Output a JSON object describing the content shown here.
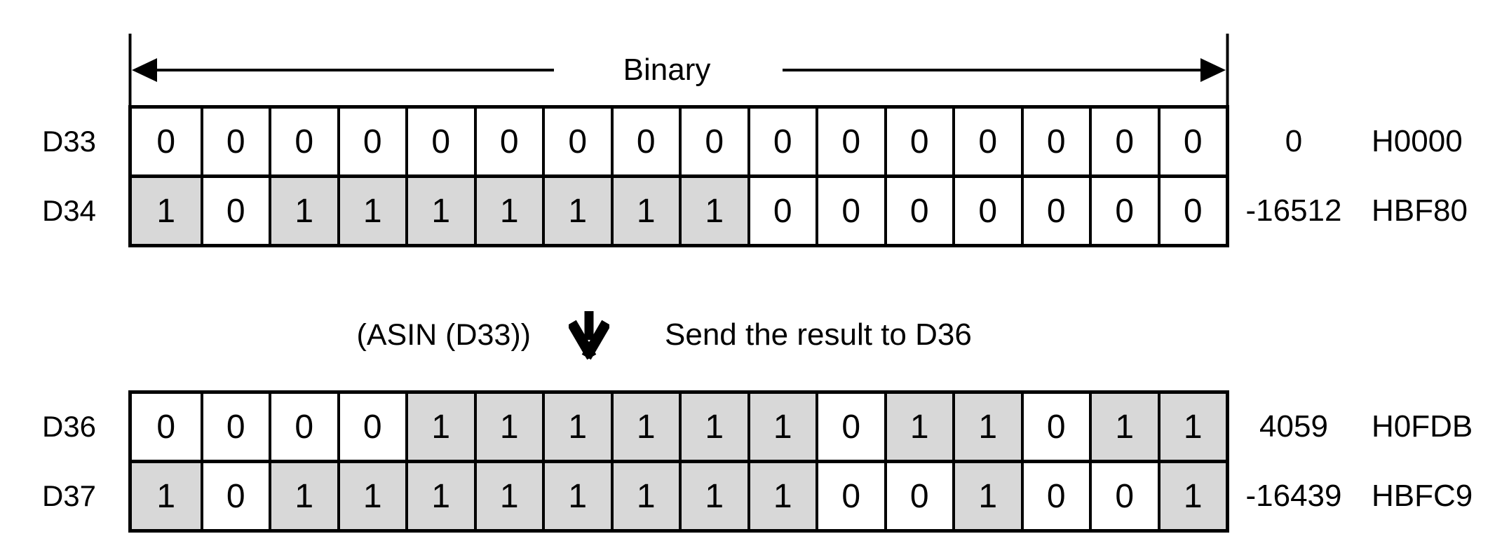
{
  "header": {
    "arrow_label": "Binary"
  },
  "operation": {
    "expression": "(ASIN (D33))",
    "arrow_icon": "down-arrow",
    "description": "Send the result to D36"
  },
  "colors": {
    "bit_on_fill": "#d8d8d8",
    "bit_off_fill": "#ffffff",
    "line": "#000000"
  },
  "tables": [
    {
      "name": "source-registers",
      "rows": [
        {
          "register": "D33",
          "bits": [
            0,
            0,
            0,
            0,
            0,
            0,
            0,
            0,
            0,
            0,
            0,
            0,
            0,
            0,
            0,
            0
          ],
          "decimal": "0",
          "hex": "H0000"
        },
        {
          "register": "D34",
          "bits": [
            1,
            0,
            1,
            1,
            1,
            1,
            1,
            1,
            1,
            0,
            0,
            0,
            0,
            0,
            0,
            0
          ],
          "decimal": "-16512",
          "hex": "HBF80"
        }
      ]
    },
    {
      "name": "result-registers",
      "rows": [
        {
          "register": "D36",
          "bits": [
            0,
            0,
            0,
            0,
            1,
            1,
            1,
            1,
            1,
            1,
            0,
            1,
            1,
            0,
            1,
            1
          ],
          "decimal": "4059",
          "hex": "H0FDB"
        },
        {
          "register": "D37",
          "bits": [
            1,
            0,
            1,
            1,
            1,
            1,
            1,
            1,
            1,
            1,
            0,
            0,
            1,
            0,
            0,
            1
          ],
          "decimal": "-16439",
          "hex": "HBFC9"
        }
      ]
    }
  ]
}
